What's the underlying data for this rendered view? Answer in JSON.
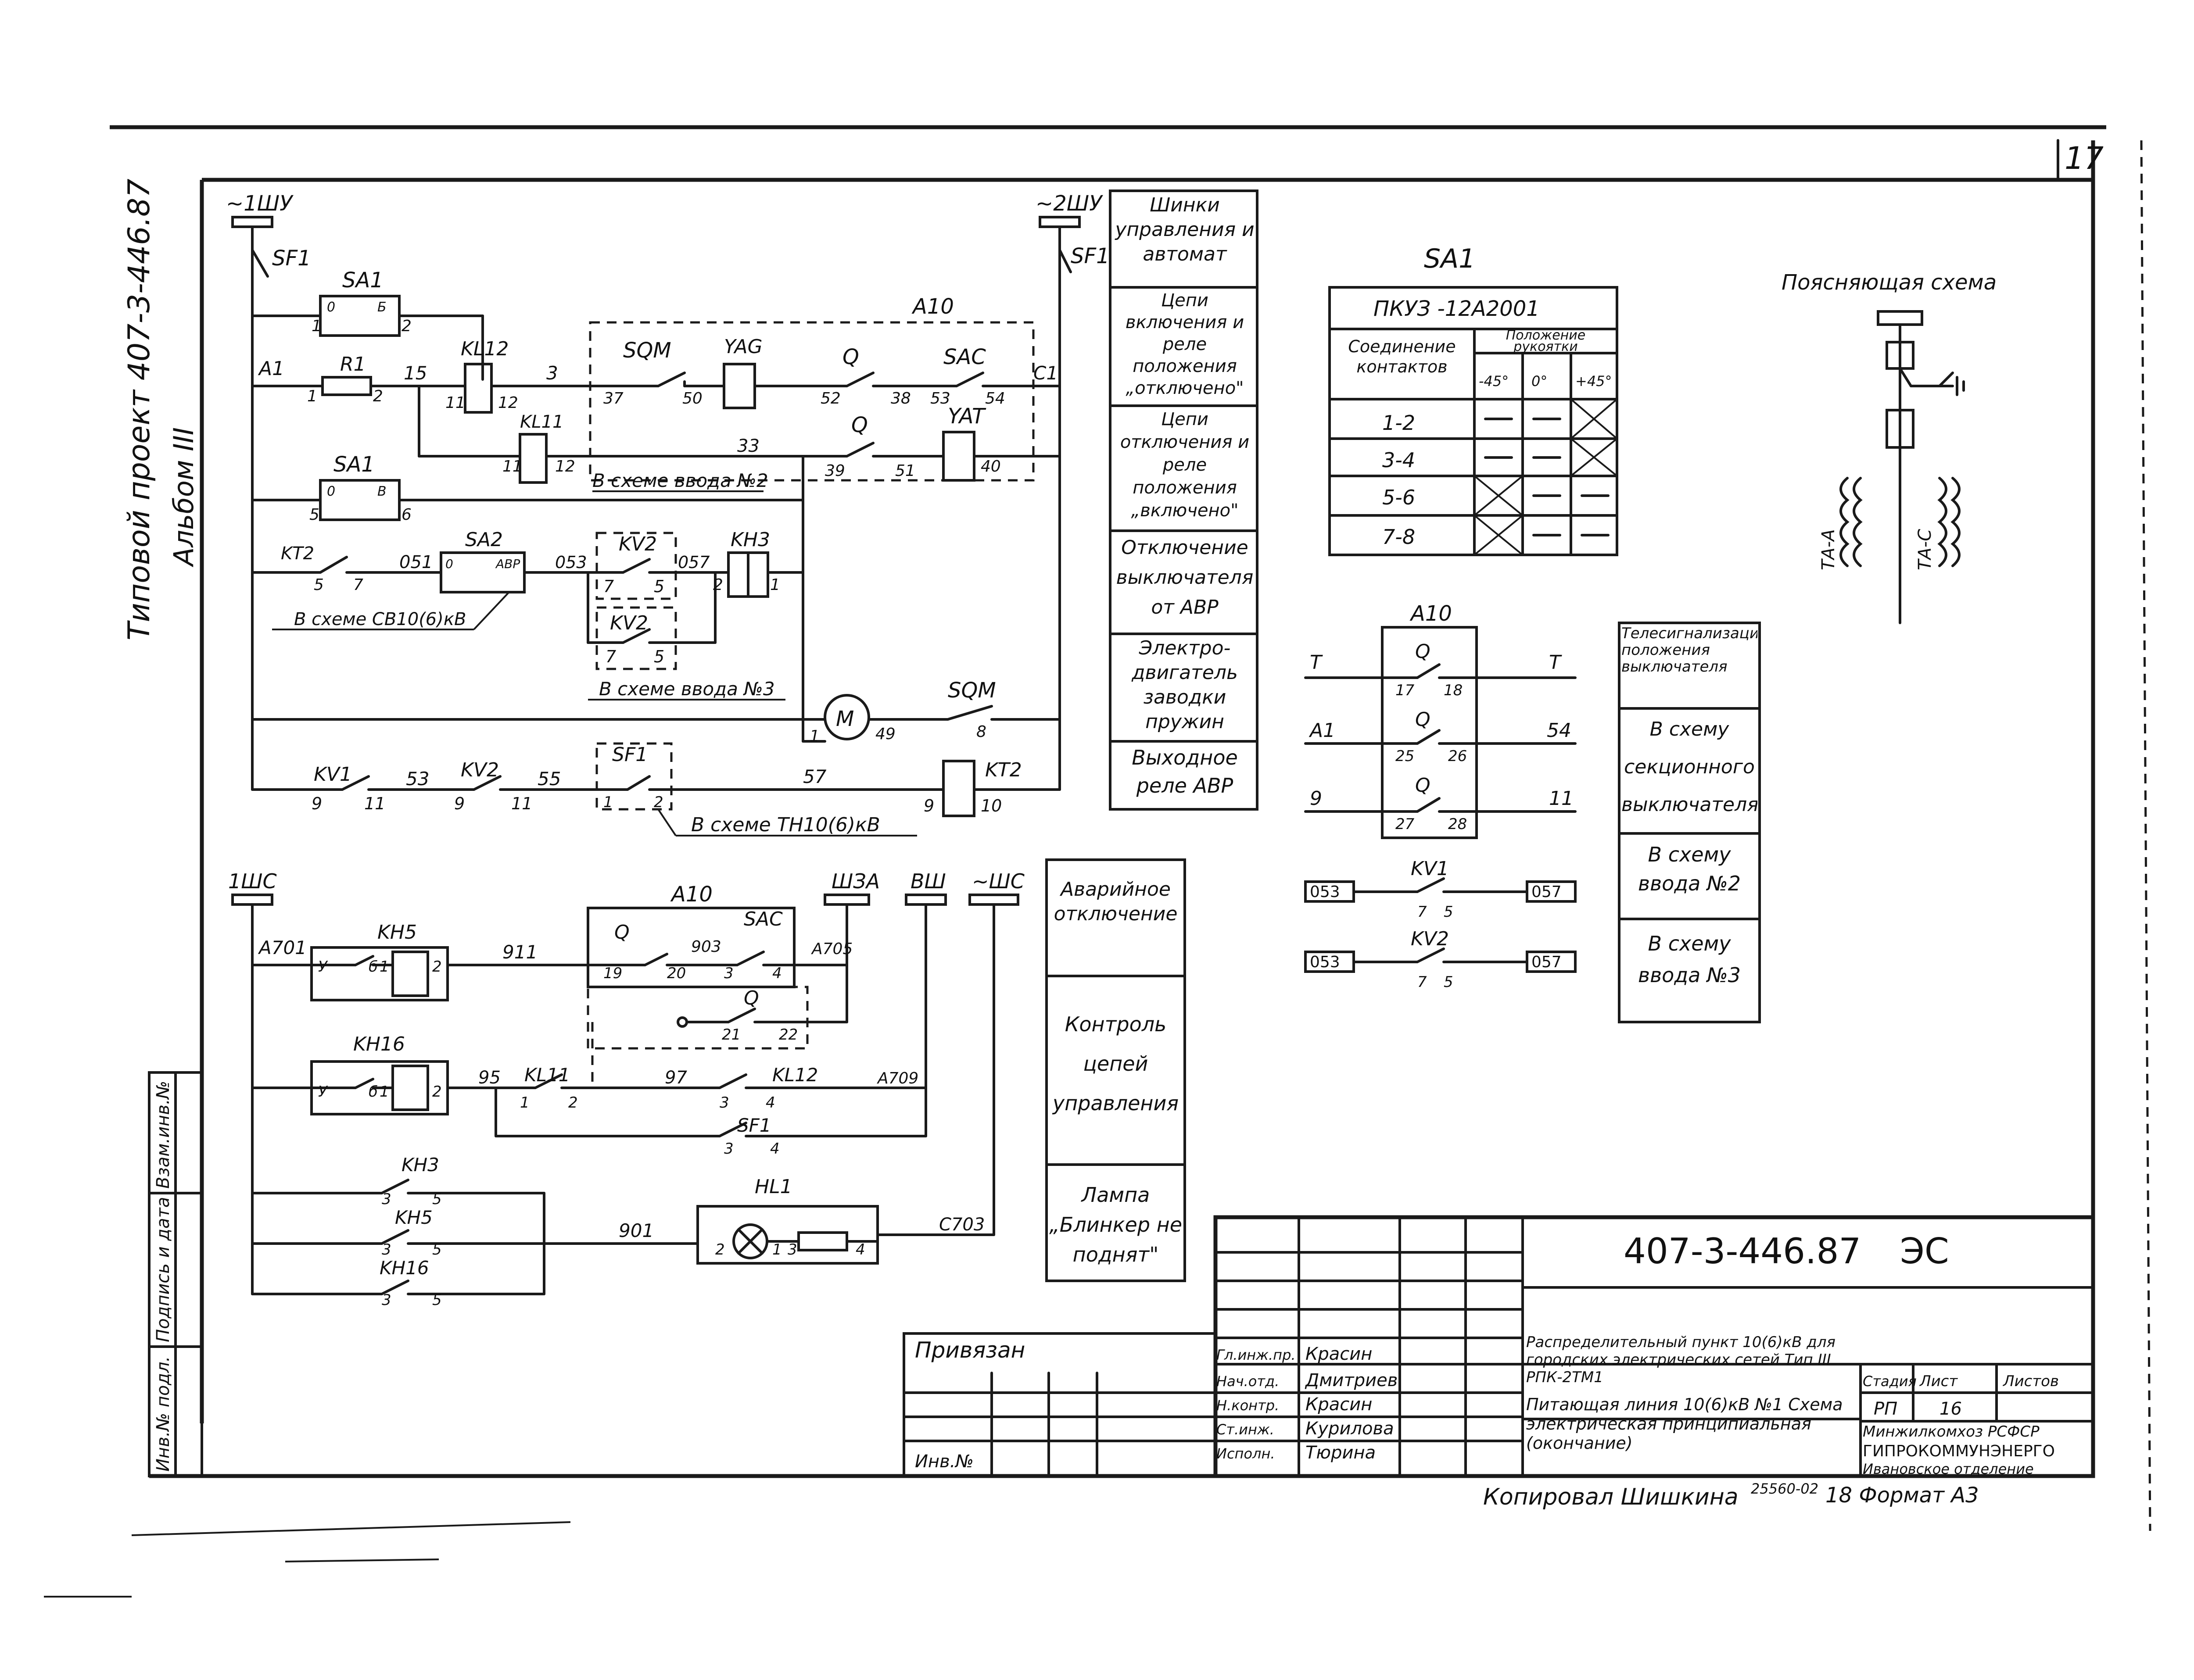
{
  "sheet": {
    "page_number": "17",
    "side_title_1": "Типовой проект 407-3-446.87",
    "side_title_2": "Альбом III",
    "side_labels": [
      "Инв.№ подл.",
      "Подпись и дата",
      "Взам.инв.№"
    ]
  },
  "buses": {
    "bus1": "~1ШУ",
    "bus2": "~2ШУ",
    "shc1": "1ШС",
    "shza": "ШЗА",
    "vsh": "ВШ",
    "shc": "~ШС"
  },
  "upper_circuit": {
    "sf1_left": "SF1",
    "sf1_right": "SF1",
    "sa1_top": "SA1",
    "sa1_top_pins": [
      "1",
      "2"
    ],
    "sa1_top_inner": [
      "0",
      "Б"
    ],
    "a1": "A1",
    "r1": "R1",
    "r1_pins": [
      "1",
      "2"
    ],
    "n15": "15",
    "kl12": "KL12",
    "kl12_pins": [
      "11",
      "12"
    ],
    "n3": "3",
    "a10": "A10",
    "sqm": "SQM",
    "sqm_pins": [
      "37",
      "50"
    ],
    "yag": "YAG",
    "q1": "Q",
    "q1_pins": [
      "52",
      "38"
    ],
    "sac": "SAC",
    "sac_pins": [
      "53",
      "54"
    ],
    "c1": "C1",
    "kl11": "KL11",
    "kl11_pins": [
      "11",
      "12"
    ],
    "n33": "33",
    "q2": "Q",
    "q2_pins": [
      "39",
      "51"
    ],
    "yat": "YAT",
    "yat_pin": "40",
    "sa1_mid": "SA1",
    "sa1_mid_pins": [
      "5",
      "6"
    ],
    "sa1_mid_inner": [
      "0",
      "В"
    ],
    "note_input2": "В схеме ввода №2",
    "kt2": "KT2",
    "kt2_pins": [
      "5",
      "7"
    ],
    "n051": "051",
    "sa2": "SA2",
    "sa2_inner": [
      "0",
      "АВР"
    ],
    "n053": "053",
    "kv2a": "KV2",
    "kv2a_pins": [
      "7",
      "5"
    ],
    "n057": "057",
    "kh3": "KH3",
    "kh3_pins": [
      "2",
      "1"
    ],
    "note_cb": "В схеме СВ10(6)кВ",
    "kv2b": "KV2",
    "kv2b_pins": [
      "7",
      "5"
    ],
    "note_input3": "В схеме ввода №3",
    "motor": "M",
    "motor_pins": [
      "1",
      "49"
    ],
    "sqm2": "SQM",
    "sqm2_pin": "8",
    "kv1": "KV1",
    "kv1_pins": [
      "9",
      "11"
    ],
    "n53": "53",
    "kv2c": "KV2",
    "kv2c_pins": [
      "9",
      "11"
    ],
    "n55": "55",
    "sf1_mid": "SF1",
    "sf1_mid_pins": [
      "1",
      "2"
    ],
    "n57": "57",
    "kt2b": "KT2",
    "kt2b_pins": [
      "9",
      "10"
    ],
    "note_tn": "В схеме ТН10(6)кВ"
  },
  "upper_legend": [
    "Шинки управления и автомат",
    "Цепи включения и реле положения „отключено\"",
    "Цепи отключения и реле положения „включено\"",
    "Отключение выключателя от АВР",
    "Электро-двигатель заводки пружин",
    "Выходное реле АВР"
  ],
  "lower_circuit": {
    "a701": "A701",
    "kh5": "KH5",
    "kh5_pins": [
      "У",
      "б",
      "1",
      "2"
    ],
    "n911": "911",
    "a10": "A10",
    "q": "Q",
    "q_pins": [
      "19",
      "20"
    ],
    "n903": "903",
    "sac": "SAC",
    "sac_pins": [
      "3",
      "4"
    ],
    "a705": "A705",
    "q2": "Q",
    "q2_pins": [
      "21",
      "22"
    ],
    "kh16": "KH16",
    "kh16_pins": [
      "У",
      "б",
      "1",
      "2"
    ],
    "n95": "95",
    "kl11": "KL11",
    "kl11_pins": [
      "1",
      "2"
    ],
    "n97": "97",
    "kl12": "KL12",
    "kl12_pins": [
      "3",
      "4"
    ],
    "a709": "A709",
    "sf1": "SF1",
    "sf1_pins": [
      "3",
      "4"
    ],
    "kh3": "KH3",
    "kh3_pins": [
      "3",
      "5"
    ],
    "kh5b": "KH5",
    "kh5b_pins": [
      "3",
      "5"
    ],
    "kh16b": "KH16",
    "kh16b_pins": [
      "3",
      "5"
    ],
    "n901": "901",
    "hl1": "HL1",
    "hl1_pins": [
      "2",
      "1",
      "3",
      "4"
    ],
    "c703": "C703"
  },
  "lower_legend": [
    "Аварийное отключение",
    "Контроль цепей управления",
    "Лампа „Блинкер не поднят\""
  ],
  "sa1_table": {
    "title": "SA1",
    "header": "ПКУЗ -12А2001",
    "col_conn": "Соединение контактов",
    "col_pos": "Положение рукоятки",
    "positions": [
      "-45°",
      "0°",
      "+45°"
    ],
    "rows": [
      {
        "conn": "1-2",
        "marks": [
          "—",
          "—",
          "X"
        ]
      },
      {
        "conn": "3-4",
        "marks": [
          "—",
          "—",
          "X"
        ]
      },
      {
        "conn": "5-6",
        "marks": [
          "X",
          "—",
          "—"
        ]
      },
      {
        "conn": "7-8",
        "marks": [
          "X",
          "—",
          "—"
        ]
      }
    ]
  },
  "a10_block": {
    "title": "A10",
    "rows": [
      {
        "left": "Т",
        "dev": "Q",
        "pins": [
          "17",
          "18"
        ],
        "right": "Т"
      },
      {
        "left": "A1",
        "dev": "Q",
        "pins": [
          "25",
          "26"
        ],
        "right": "54"
      },
      {
        "left": "9",
        "dev": "Q",
        "pins": [
          "27",
          "28"
        ],
        "right": "11"
      }
    ],
    "kv1": "KV1",
    "kv1_pins": [
      "7",
      "5"
    ],
    "kv2": "KV2",
    "kv2_pins": [
      "7",
      "5"
    ],
    "term_053": "053",
    "term_057": "057"
  },
  "right_legend": [
    "Телесигнализация положения выключателя",
    "В схему секционного выключателя",
    "В схему ввода №2",
    "В схему ввода №3"
  ],
  "explain": {
    "title": "Поясняющая схема",
    "ta_a": "ТА-А",
    "ta_c": "ТА-С"
  },
  "title_block": {
    "doc_number": "407-3-446.87",
    "doc_code": "ЭС",
    "privyazan": "Привязан",
    "inv_no": "Инв.№",
    "roles": [
      "Гл.инж.пр.",
      "Нач.отд.",
      "Н.контр.",
      "Ст.инж.",
      "Исполн."
    ],
    "names": [
      "Красин",
      "Дмитриев",
      "Красин",
      "Курилова",
      "Тюрина"
    ],
    "project_title": "Распределительный пункт 10(6)кВ для городских электрических сетей Тип III РПК-2ТМ1",
    "sheet_title": "Питающая линия 10(6)кВ №1 Схема электрическая принципиальная (окончание)",
    "col_stage": "Стадия",
    "col_sheet": "Лист",
    "col_sheets": "Листов",
    "stage": "РП",
    "sheet": "16",
    "org1": "Минжилкомхоз РСФСР",
    "org2": "ГИПРОКОММУНЭНЕРГО",
    "org3": "Ивановское отделение",
    "copied": "Копировал Шишкина",
    "code": "25560-02",
    "format": "18 Формат А3"
  }
}
